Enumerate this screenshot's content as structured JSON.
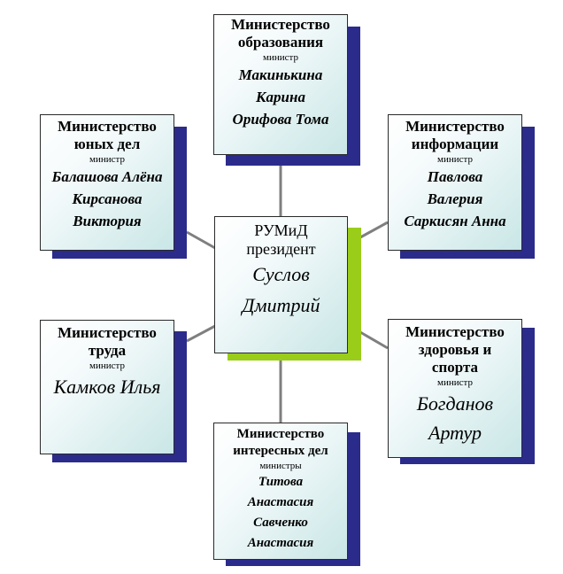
{
  "center": {
    "title_line1": "РУМиД",
    "title_line2": "президент",
    "names": [
      "Суслов",
      "Дмитрий"
    ]
  },
  "ministries": [
    {
      "key": "education",
      "title": [
        "Министерство",
        "образования"
      ],
      "role": "министр",
      "names": [
        "Макинькина",
        "Карина",
        "Орифова Тома"
      ]
    },
    {
      "key": "youth",
      "title": [
        "Министерство",
        "юных дел"
      ],
      "role": "министр",
      "names": [
        "Балашова Алёна",
        "Кирсанова",
        "Виктория"
      ]
    },
    {
      "key": "information",
      "title": [
        "Министерство",
        "информации"
      ],
      "role": "министр",
      "names": [
        "Павлова",
        "Валерия",
        "Саркисян Анна"
      ]
    },
    {
      "key": "labor",
      "title": [
        "Министерство",
        "труда"
      ],
      "role": "министр",
      "names": [
        "Камков Илья"
      ]
    },
    {
      "key": "health",
      "title": [
        "Министерство",
        "здоровья и",
        "спорта"
      ],
      "role": "министр",
      "names": [
        "Богданов",
        "Артур"
      ]
    },
    {
      "key": "interests",
      "title": [
        "Министерство",
        "интересных дел"
      ],
      "role": "министры",
      "names": [
        "Титова",
        "Анастасия",
        "Савченко",
        "Анастасия"
      ]
    }
  ],
  "colors": {
    "shadow": "#2b2b8c",
    "center_shadow": "#9acd1a",
    "connector": "#7f7f7f",
    "box_gradient_end": "#c9e6e6"
  }
}
